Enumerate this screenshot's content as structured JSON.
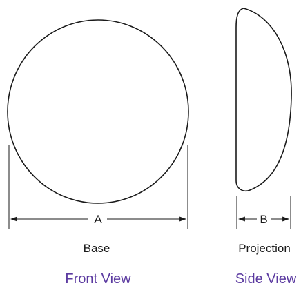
{
  "front_view": {
    "dimension_label": "A",
    "caption": "Base",
    "title": "Front View"
  },
  "side_view": {
    "dimension_label": "B",
    "caption": "Projection",
    "title": "Side View"
  },
  "colors": {
    "line": "#1a1a1a",
    "view_title": "#5b3aa0",
    "background": "#ffffff"
  }
}
